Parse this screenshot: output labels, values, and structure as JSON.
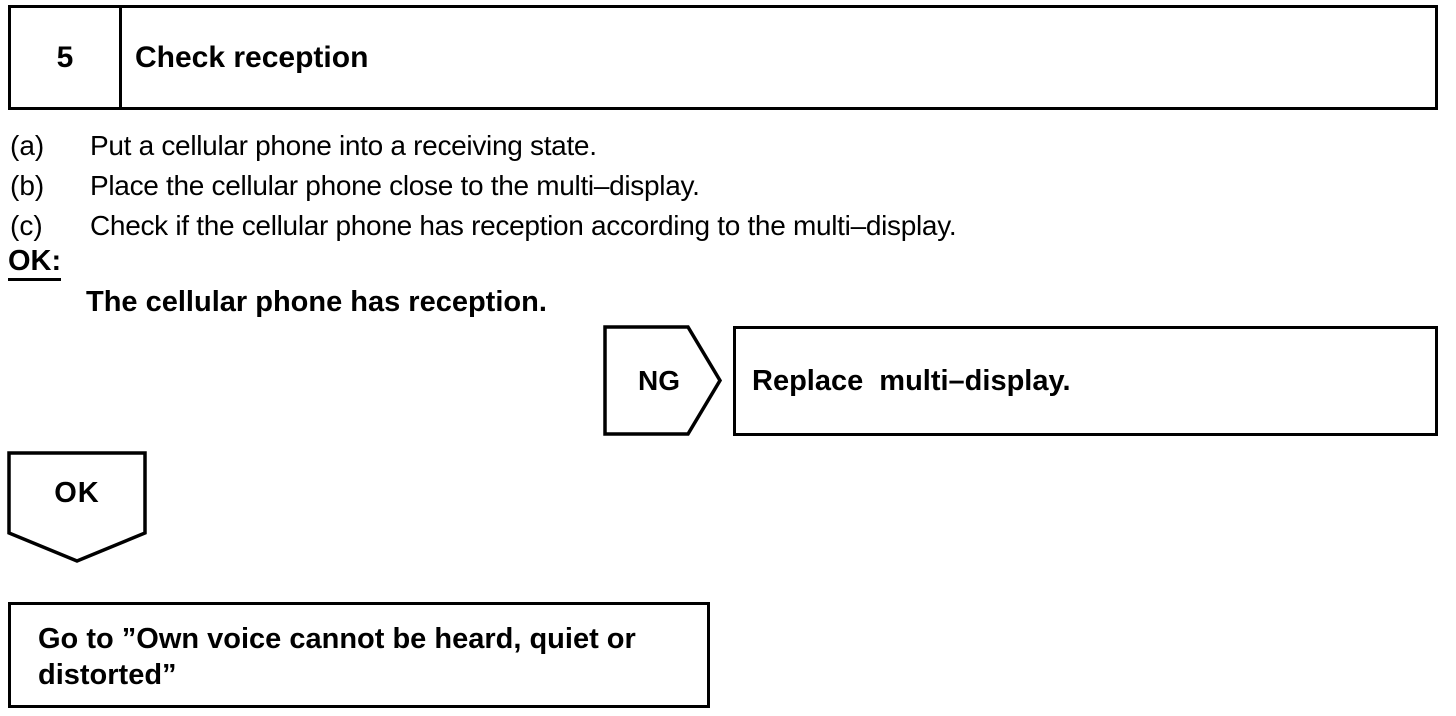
{
  "page": {
    "type": "service-manual troubleshooting step",
    "background_color": "#ffffff",
    "ink_color": "#000000"
  },
  "step_header": {
    "number": "5",
    "title": "Check reception"
  },
  "procedure": {
    "items": [
      {
        "label": "(a)",
        "text": "Put a cellular phone into a receiving state."
      },
      {
        "label": "(b)",
        "text": "Place the cellular phone close to the multi–display."
      },
      {
        "label": "(c)",
        "text": "Check if the cellular phone has reception according to the multi–display."
      }
    ]
  },
  "ok_criteria": {
    "label": "OK:",
    "text": "The cellular phone has reception."
  },
  "ng_branch": {
    "connector_label": "NG",
    "action": "Replace multi–display."
  },
  "ok_branch": {
    "connector_label": "OK",
    "action_lines": {
      "0": "Go to ”Own voice cannot be heard, quiet or",
      "1": "distorted”"
    }
  }
}
